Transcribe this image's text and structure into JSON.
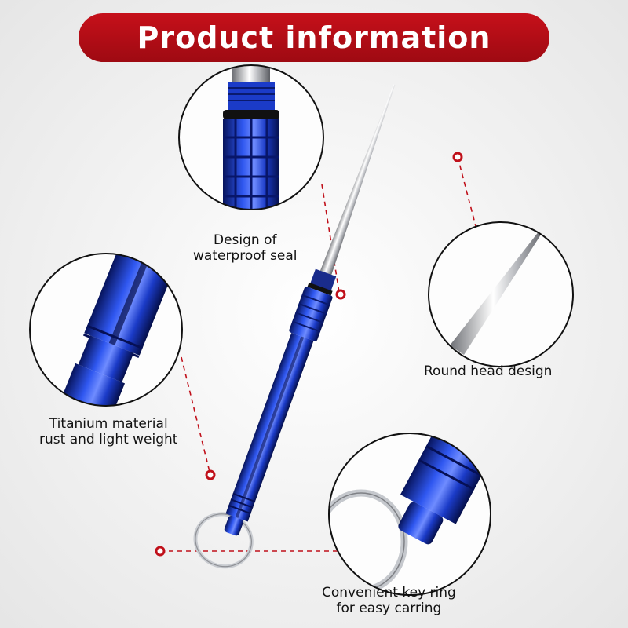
{
  "banner": {
    "title": "Product information"
  },
  "callouts": {
    "seal": {
      "line1": "Design of",
      "line2": "waterproof seal"
    },
    "tip": {
      "line1": "Round head design"
    },
    "material": {
      "line1": "Titanium material",
      "line2": "rust and light weight"
    },
    "ring": {
      "line1": "Convenient key ring",
      "line2": "for easy carring"
    }
  },
  "colors": {
    "banner": "#b30d16",
    "accent": "#c0101a",
    "body_blue": "#1a3fd6",
    "steel": "#b9bcc2"
  }
}
